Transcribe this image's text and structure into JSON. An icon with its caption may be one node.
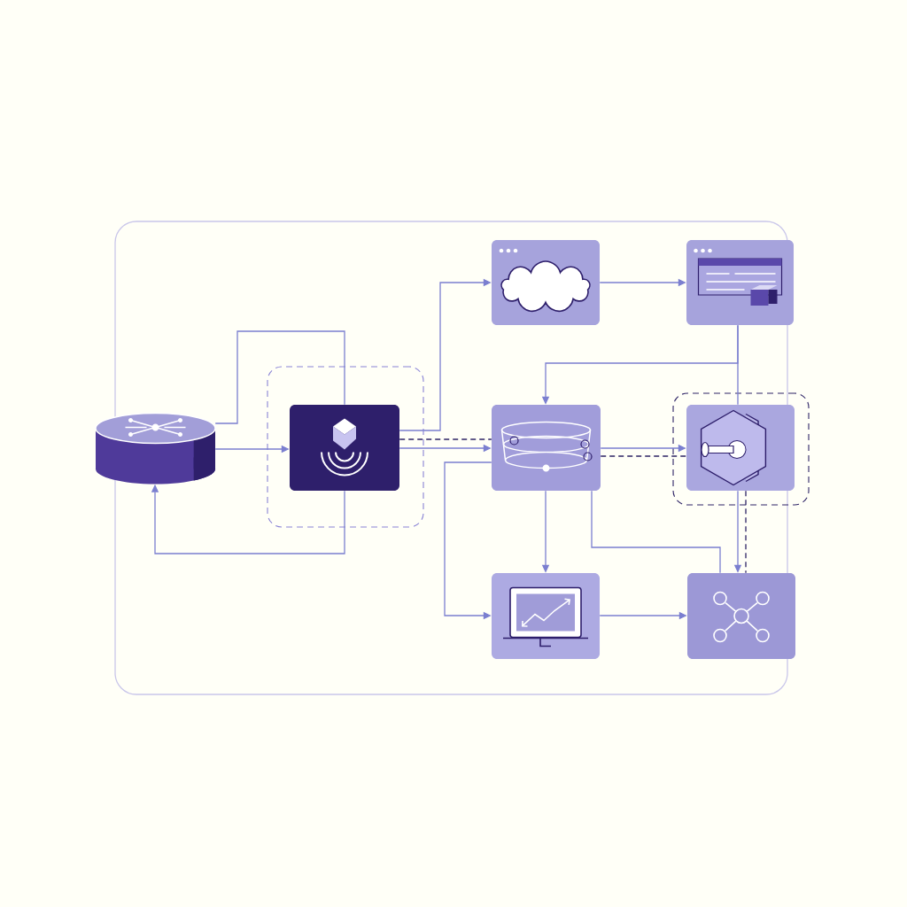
{
  "diagram": {
    "nodes": [
      {
        "text": [],
        "shape": "box"
      },
      {
        "text": [],
        "shape": "cylinder",
        "in": 0
      },
      {
        "text": [],
        "shape": "box",
        "in": 0
      },
      {
        "text": [],
        "shape": "box",
        "in": 2
      },
      {
        "text": [],
        "shape": "box",
        "in": 0
      },
      {
        "text": [],
        "shape": "box",
        "in": 0
      },
      {
        "text": [],
        "shape": "box",
        "in": 0
      },
      {
        "text": [],
        "shape": "box",
        "in": 0
      },
      {
        "text": [],
        "shape": "box",
        "in": 7
      },
      {
        "text": [],
        "shape": "box",
        "in": 0
      },
      {
        "text": [],
        "shape": "box",
        "in": 0
      }
    ],
    "edges": [
      {
        "from": 1,
        "to": 3,
        "arrow": "to"
      },
      {
        "from": 1,
        "to": 3,
        "arrow": "none"
      },
      {
        "from": 3,
        "to": 1,
        "arrow": "to"
      },
      {
        "from": 3,
        "to": 4,
        "arrow": "to"
      },
      {
        "from": 3,
        "to": 6,
        "arrow": "to"
      },
      {
        "from": 3,
        "to": 6,
        "arrow": "none",
        "style": "dashed",
        "color": "#2e2466"
      },
      {
        "from": 4,
        "to": 5,
        "arrow": "to"
      },
      {
        "from": 5,
        "to": 6,
        "arrow": "to"
      },
      {
        "from": 5,
        "to": 8,
        "arrow": "none"
      },
      {
        "from": 6,
        "to": 8,
        "arrow": "to"
      },
      {
        "from": 6,
        "to": 8,
        "arrow": "none",
        "style": "dashed",
        "color": "#2e2466"
      },
      {
        "from": 6,
        "to": 9,
        "arrow": "to"
      },
      {
        "from": 6,
        "to": 10,
        "arrow": "none"
      },
      {
        "from": 8,
        "to": 10,
        "arrow": "to"
      },
      {
        "from": 8,
        "to": 10,
        "arrow": "none",
        "style": "dashed",
        "color": "#2e2466"
      },
      {
        "from": 6,
        "to": 9,
        "arrow": "to"
      },
      {
        "from": 9,
        "to": 10,
        "arrow": "to"
      }
    ]
  }
}
